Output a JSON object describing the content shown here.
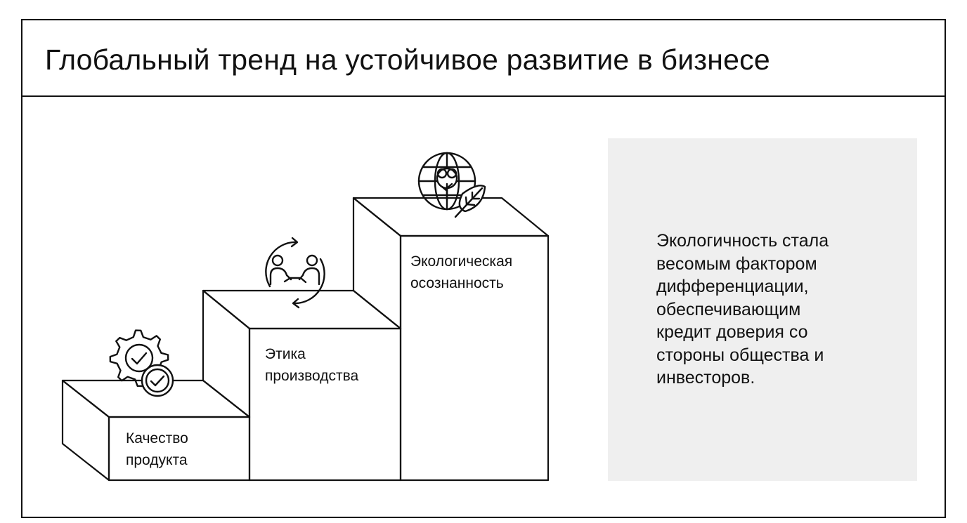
{
  "title": "Глобальный тренд на устойчивое развитие в бизнесе",
  "steps": [
    {
      "label_lines": [
        "Качество",
        "продукта"
      ],
      "icon": "gear-checkmark-icon"
    },
    {
      "label_lines": [
        "Этика",
        "производства"
      ],
      "icon": "handshake-cycle-icon"
    },
    {
      "label_lines": [
        "Экологическая",
        "осознанность"
      ],
      "icon": "globe-tree-leaf-icon"
    }
  ],
  "info": {
    "lines": [
      "Экологичность стала",
      "весомым фактором",
      "дифференциации,",
      "обеспечивающим",
      "кредит доверия со",
      "стороны общества и",
      "инвесторов."
    ]
  },
  "colors": {
    "ink": "#111111",
    "panel": "#efefef",
    "background": "#ffffff"
  }
}
